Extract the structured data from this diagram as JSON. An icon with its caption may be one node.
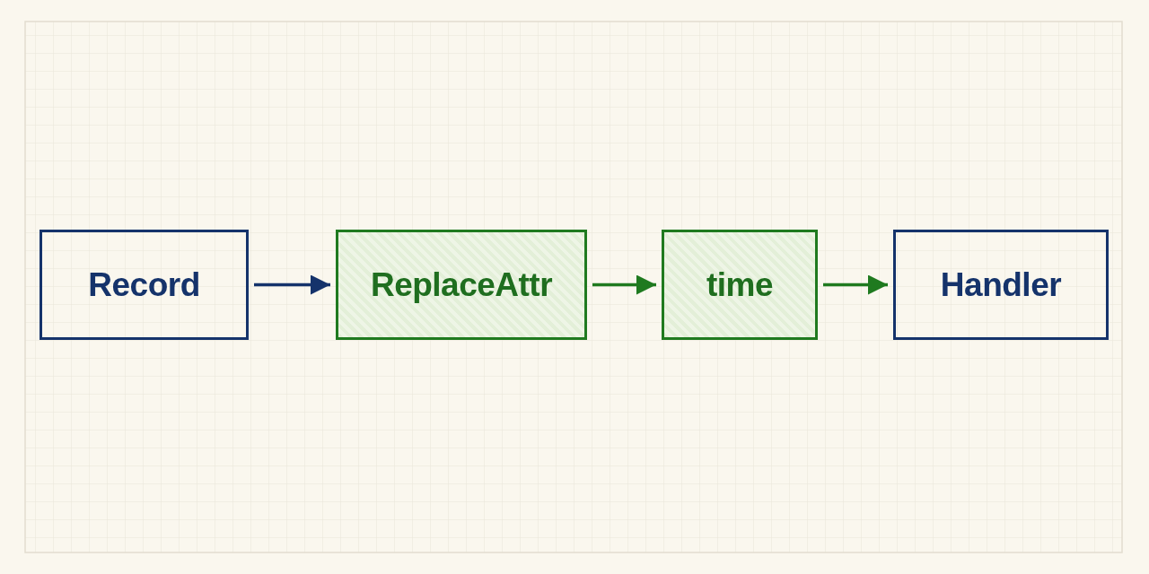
{
  "diagram": {
    "nodes": [
      {
        "text": [
          "Record"
        ]
      },
      {
        "text": [
          "ReplaceAttr"
        ]
      },
      {
        "text": [
          "time"
        ]
      },
      {
        "text": [
          "Handler"
        ]
      }
    ],
    "edges": [
      {
        "from": 0,
        "to": 1,
        "arrow": "to",
        "color": "#15336b"
      },
      {
        "from": 1,
        "to": 2,
        "arrow": "to"
      },
      {
        "from": 2,
        "to": 3,
        "arrow": "to"
      }
    ]
  }
}
